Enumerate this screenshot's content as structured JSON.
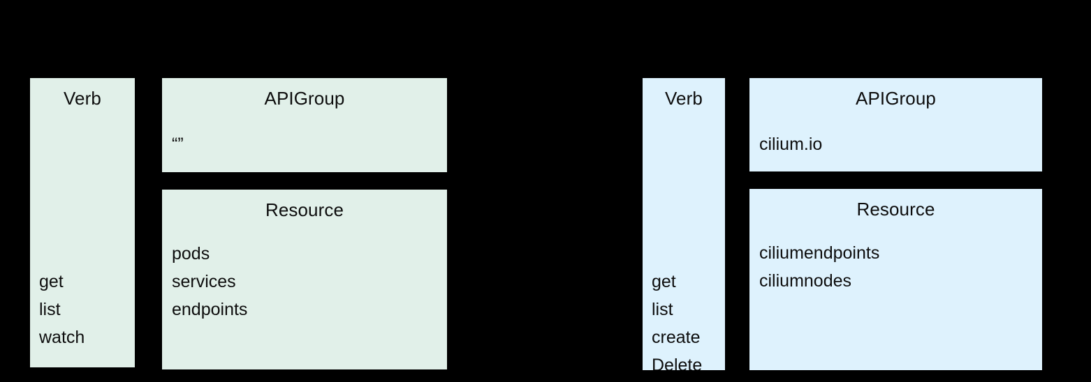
{
  "background_color": "#000000",
  "groups": [
    {
      "id": "left",
      "accent_color": "#E1F0E9",
      "verb": {
        "title": "Verb",
        "values": [
          "get",
          "list",
          "watch"
        ]
      },
      "apigroup": {
        "title": "APIGroup",
        "values": [
          "“”"
        ]
      },
      "resource": {
        "title": "Resource",
        "values": [
          "pods",
          "services",
          "endpoints"
        ]
      }
    },
    {
      "id": "right",
      "accent_color": "#DEF2FD",
      "verb": {
        "title": "Verb",
        "values": [
          "get",
          "list",
          "create",
          "Delete"
        ]
      },
      "apigroup": {
        "title": "APIGroup",
        "values": [
          "cilium.io"
        ]
      },
      "resource": {
        "title": "Resource",
        "values": [
          "ciliumendpoints",
          "ciliumnodes"
        ]
      }
    }
  ]
}
